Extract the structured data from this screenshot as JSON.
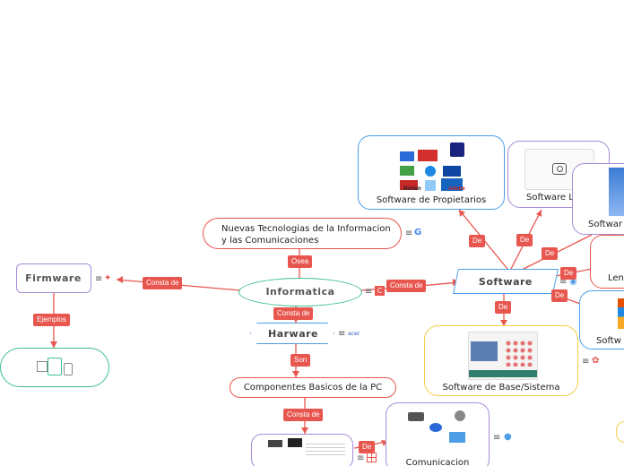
{
  "nodes": {
    "informatica": "Informatica",
    "firmware": "Firmware",
    "hardware": "Harware",
    "software": "Software",
    "nuevas_tec": "Nuevas Tecnologias de la Informacion y las Comunicaciones",
    "componentes": "Componentes Basicos de la PC",
    "comunicacion": "Comunicacion",
    "sw_propietarios": "Software de Propietarios",
    "sw_libre": "Software Libre",
    "sw_base": "Software de Base/Sistema",
    "sw_partial_1": "Softwar",
    "sw_partial_2": "Len",
    "sw_partial_3": "Softw"
  },
  "link_labels": {
    "osea": "Osea",
    "consta_de_firmware": "Consta de",
    "consta_de_software": "Consta de",
    "consta_de_hardware": "Consta de",
    "ejemplos": "Ejemplos",
    "son": "Son",
    "consta_de_componentes": "Consta de",
    "de_comunicacion": "De",
    "de_propietarios": "De",
    "de_libre": "De",
    "de_3": "De",
    "de_4": "De",
    "de_5": "De",
    "de_base": "De"
  },
  "logo_texts": {
    "norton": "Norton",
    "adobe": "Adobe"
  },
  "colors": {
    "red": "#e8574f",
    "purple": "#a78bd8",
    "teal": "#3fbf8f",
    "blue": "#4d9ee6",
    "yellow": "#f2cf4a"
  },
  "icons": [
    "menu-icon",
    "google-icon",
    "camera-icon",
    "printer-icon",
    "webcam-icon",
    "mouse-icon",
    "monitor-icon",
    "tablet-icon"
  ]
}
